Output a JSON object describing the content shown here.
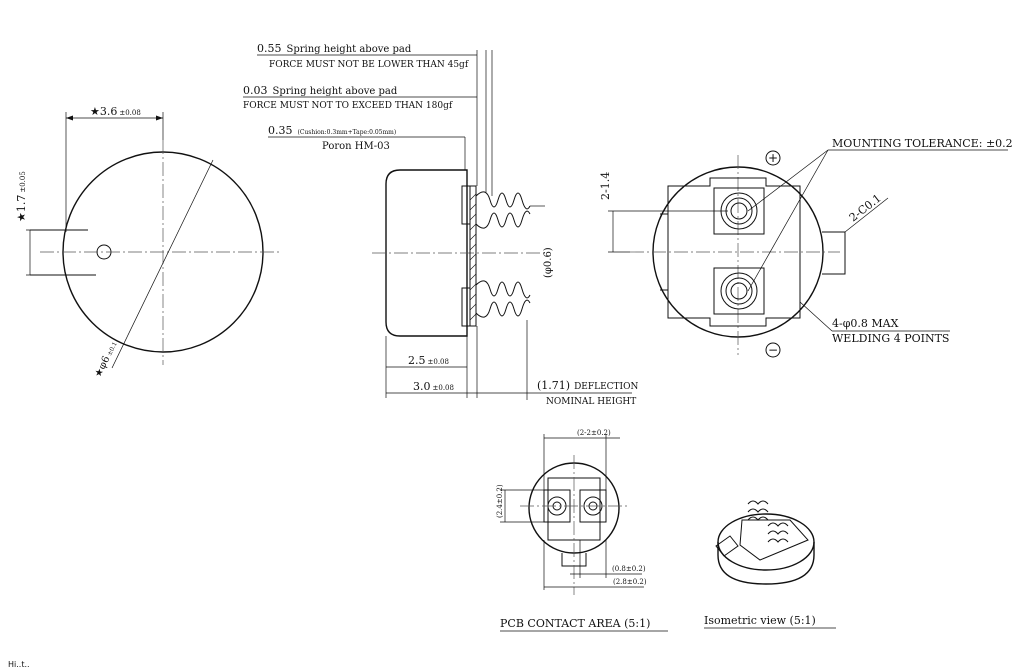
{
  "front_view": {
    "dim_width": "★3.6",
    "dim_width_tol": "±0.08",
    "dim_height": "★1.7",
    "dim_height_tol": "±0.05",
    "dim_diameter": "★φ6",
    "dim_diameter_tol": "±0.1"
  },
  "side_view": {
    "note1_value": "0.55",
    "note1_label": "Spring height above pad",
    "note1_force": "FORCE MUST NOT BE LOWER THAN 45gf",
    "note2_value": "0.03",
    "note2_label": "Spring height above pad",
    "note2_force": "FORCE MUST NOT TO EXCEED THAN 180gf",
    "note3_value": "0.35",
    "note3_detail": "(Cushion:0.3mm+Tape:0.05mm)",
    "note3_material": "Poron HM-03",
    "dim_spring_dia": "(φ0.6)",
    "dim_body": "2.5",
    "dim_body_tol": "±0.08",
    "dim_total": "3.0",
    "dim_total_tol": "±0.08",
    "deflection_value": "(1.71)",
    "deflection_label": "DEFLECTION",
    "nominal_label": "NOMINAL HEIGHT"
  },
  "back_view": {
    "mounting_tolerance": "MOUNTING TOLERANCE: ±0.2",
    "chamfer": "2-C0.1",
    "dim_pitch": "2-1.4",
    "weld_spec": "4-φ0.8 MAX",
    "weld_points": "WELDING 4 POINTS",
    "plus_symbol": "+",
    "minus_symbol": "−"
  },
  "pcb_view": {
    "dim_top": "(2-2±0.2)",
    "dim_left": "(2.4±0.2)",
    "dim_pad": "(0.8±0.2)",
    "dim_bottom": "(2.8±0.2)",
    "caption": "PCB CONTACT AREA (5:1)"
  },
  "iso_view": {
    "caption": "Isometric view (5:1)"
  },
  "footer": {
    "text": "Hi..t.."
  }
}
